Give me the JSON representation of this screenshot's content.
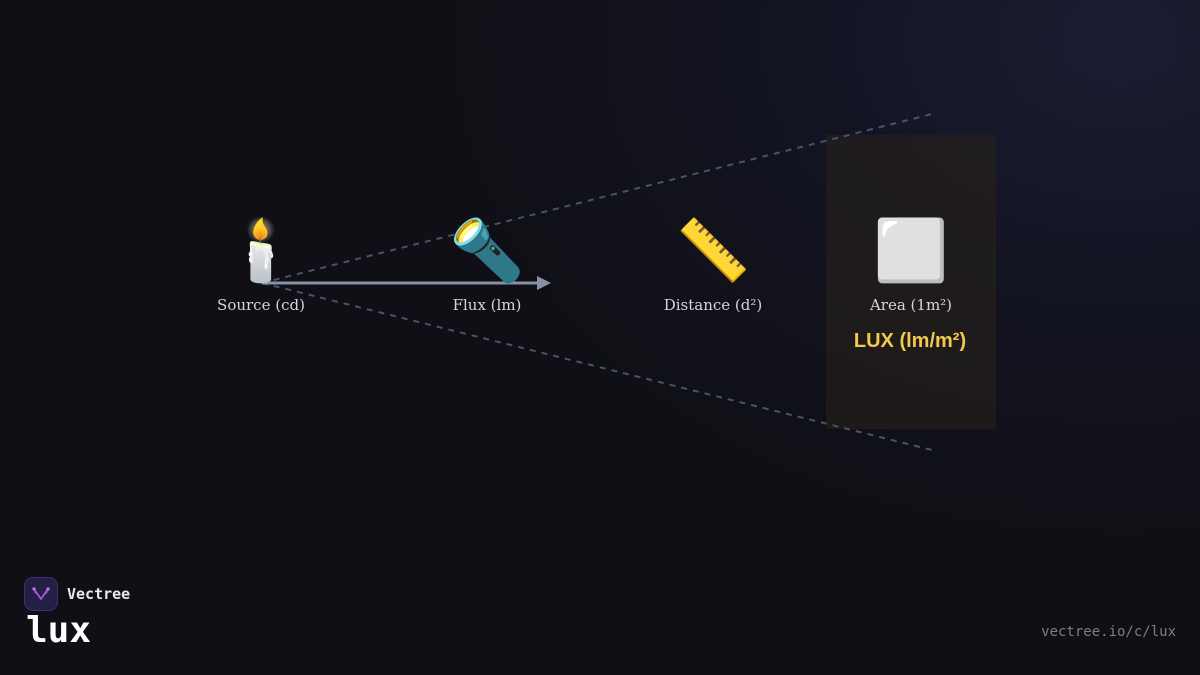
{
  "diagram": {
    "items": [
      {
        "icon": "🕯️",
        "icon_name": "candle-icon",
        "label": "Source (cd)"
      },
      {
        "icon": "🔦",
        "icon_name": "flashlight-icon",
        "label": "Flux (lm)"
      },
      {
        "icon": "📏",
        "icon_name": "ruler-icon",
        "label": "Distance (d²)"
      },
      {
        "icon": "⬜",
        "icon_name": "white-square-icon",
        "label": "Area (1m²)"
      }
    ],
    "result_label": "LUX (lm/m²)",
    "colors": {
      "result": "#f2c94c",
      "arrow": "#8892a6",
      "cone": "#4a5366",
      "highlight": "#2a221a"
    }
  },
  "brand": {
    "name": "Vectree",
    "logo_icon": "vectree-logo-icon",
    "product": "lux",
    "url": "vectree.io/c/lux"
  }
}
